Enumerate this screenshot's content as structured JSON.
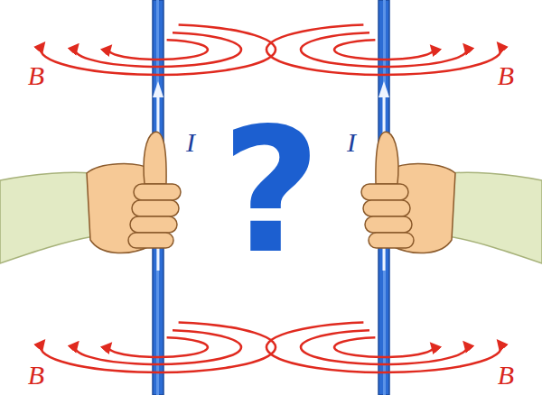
{
  "diagram": {
    "labels": [
      "B",
      "B",
      "I",
      "?",
      "I",
      "B",
      "B"
    ]
  }
}
